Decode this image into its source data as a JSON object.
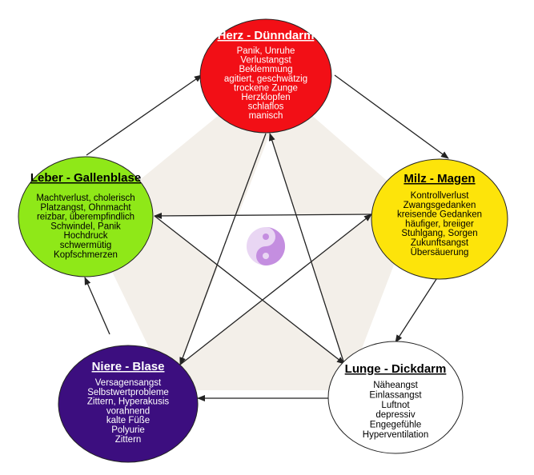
{
  "colors": {
    "background": "#ffffff",
    "pentagon_fill": "#f3efe9",
    "star_fill": "#ffffff",
    "line": "#222222",
    "yinyang_light": "#e9d6f3",
    "yinyang_dark": "#c48ee0"
  },
  "nodes": [
    {
      "key": "herz",
      "title": "Herz - Dünndarm",
      "lines": [
        "Panik, Unruhe",
        "Verlustangst",
        "Beklemmung",
        "agitiert, geschwätzig",
        "trockene Zunge",
        "Herzklopfen",
        "schlaflos",
        "manisch"
      ],
      "fill": "#f20f16",
      "text_color": "#ffffff"
    },
    {
      "key": "milz",
      "title": "Milz - Magen",
      "lines": [
        "Kontrollverlust",
        "Zwangsgedanken",
        "kreisende Gedanken",
        "häufiger, breiiger",
        "Stuhlgang, Sorgen",
        "Zukunftsangst",
        "Übersäuerung"
      ],
      "fill": "#fde40a",
      "text_color": "#000000"
    },
    {
      "key": "lunge",
      "title": "Lunge - Dickdarm",
      "lines": [
        "Näheangst",
        "Einlassangst",
        "Luftnot",
        "depressiv",
        "Engegefühle",
        "Hyperventilation"
      ],
      "fill": "#ffffff",
      "text_color": "#000000"
    },
    {
      "key": "niere",
      "title": "Niere - Blase",
      "lines": [
        "Versagensangst",
        "Selbstwertprobleme",
        "Zittern, Hyperakusis",
        "vorahnend",
        "kalte Füße",
        "Polyurie",
        "Zittern"
      ],
      "fill": "#3c0e7f",
      "text_color": "#ffffff"
    },
    {
      "key": "leber",
      "title": "Leber - Gallenblase",
      "lines": [
        "Machtverlust, cholerisch",
        "Platzangst, Ohnmacht",
        "reizbar, überempfindlich",
        "Schwindel, Panik",
        "Hochdruck",
        "schwermütig",
        "Kopfschmerzen"
      ],
      "fill": "#8fe818",
      "text_color": "#000000"
    }
  ],
  "symbol": {
    "icon": "yin-yang-icon"
  }
}
